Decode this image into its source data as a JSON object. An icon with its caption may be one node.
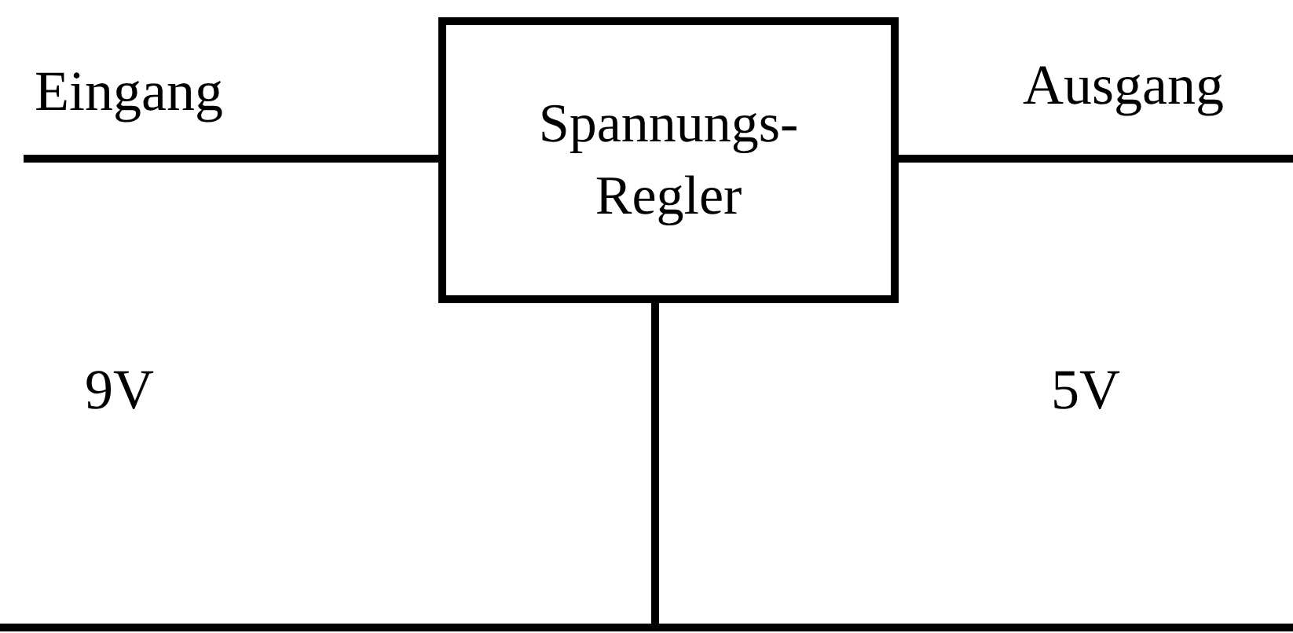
{
  "diagram": {
    "nodes": [
      {
        "text": [
          "Spannungs- Regler"
        ]
      },
      {
        "text": [],
        "shape": "bar"
      }
    ],
    "edges": [
      {
        "from": null,
        "to": 0,
        "arrow": "none"
      },
      {
        "from": 0,
        "to": null,
        "arrow": "none"
      },
      {
        "from": 0,
        "to": 1,
        "arrow": "none"
      }
    ],
    "labels": [
      "Eingang",
      "Ausgang",
      "9V",
      "5V"
    ]
  }
}
